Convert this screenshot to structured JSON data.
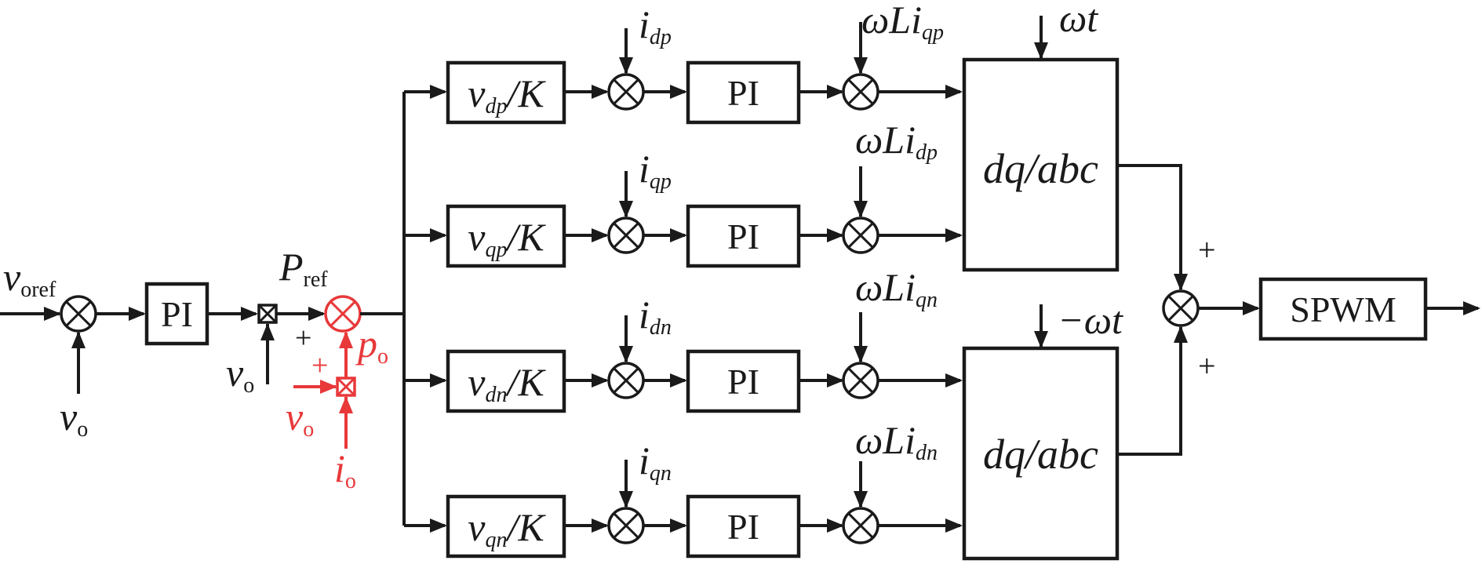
{
  "colors": {
    "ink": "#1a1a1a",
    "highlight": "#e8383a"
  },
  "inputs": {
    "v_oref": {
      "main": "v",
      "sub": "oref"
    },
    "v_o_feedback": {
      "main": "v",
      "sub": "o"
    },
    "v_o_product": {
      "main": "v",
      "sub": "o"
    },
    "P_ref": {
      "main": "P",
      "sub": "ref"
    },
    "p_o": {
      "main": "p",
      "sub": "o"
    },
    "v_o_power": {
      "main": "v",
      "sub": "o"
    },
    "i_o": {
      "main": "i",
      "sub": "o"
    }
  },
  "signs": {
    "plus": "+"
  },
  "blocks": {
    "pi": "PI",
    "k_blocks": [
      {
        "main": "v",
        "sub": "dp",
        "tail": "/K"
      },
      {
        "main": "v",
        "sub": "qp",
        "tail": "/K"
      },
      {
        "main": "v",
        "sub": "dn",
        "tail": "/K"
      },
      {
        "main": "v",
        "sub": "qn",
        "tail": "/K"
      }
    ],
    "transform": "dq/abc",
    "spwm": "SPWM"
  },
  "current_refs": [
    {
      "main": "i",
      "sub": "dp"
    },
    {
      "main": "i",
      "sub": "qp"
    },
    {
      "main": "i",
      "sub": "dn"
    },
    {
      "main": "i",
      "sub": "qn"
    }
  ],
  "coupling_terms": [
    {
      "main": "ωLi",
      "sub": "qp"
    },
    {
      "main": "ωLi",
      "sub": "dp"
    },
    {
      "main": "ωLi",
      "sub": "qn"
    },
    {
      "main": "ωLi",
      "sub": "dn"
    }
  ],
  "angles": {
    "positive": "ωt",
    "negative": "−ωt"
  }
}
